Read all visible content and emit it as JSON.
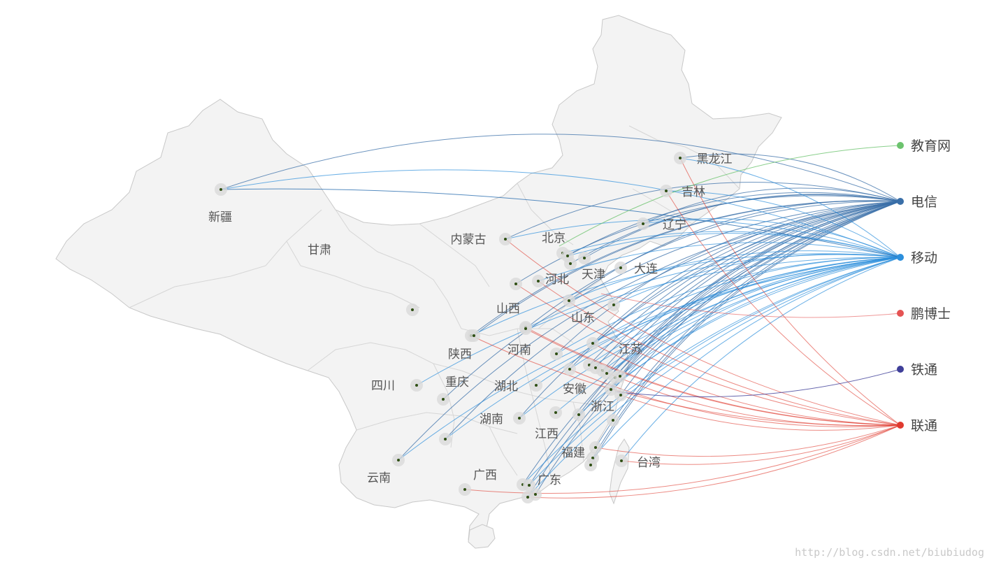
{
  "map": {
    "regions": [
      {
        "name": "新疆"
      },
      {
        "name": "甘肃"
      },
      {
        "name": "内蒙古"
      },
      {
        "name": "北京"
      },
      {
        "name": "天津"
      },
      {
        "name": "河北"
      },
      {
        "name": "辽宁"
      },
      {
        "name": "大连"
      },
      {
        "name": "黑龙江"
      },
      {
        "name": "吉林"
      },
      {
        "name": "山西"
      },
      {
        "name": "山东"
      },
      {
        "name": "陕西"
      },
      {
        "name": "河南"
      },
      {
        "name": "江苏"
      },
      {
        "name": "四川"
      },
      {
        "name": "重庆"
      },
      {
        "name": "湖北"
      },
      {
        "name": "安徽"
      },
      {
        "name": "浙江"
      },
      {
        "name": "湖南"
      },
      {
        "name": "江西"
      },
      {
        "name": "福建"
      },
      {
        "name": "台湾"
      },
      {
        "name": "云南"
      },
      {
        "name": "广西"
      },
      {
        "name": "广东"
      }
    ],
    "legend": [
      {
        "name": "教育网",
        "color": "#6cc36e"
      },
      {
        "name": "电信",
        "color": "#3a6fa8"
      },
      {
        "name": "移动",
        "color": "#2c8fdc"
      },
      {
        "name": "鹏博士",
        "color": "#e55353"
      },
      {
        "name": "铁通",
        "color": "#3f3f99"
      },
      {
        "name": "联通",
        "color": "#e03a2f"
      }
    ],
    "watermark": "http://blog.csdn.net/biubiudog"
  }
}
